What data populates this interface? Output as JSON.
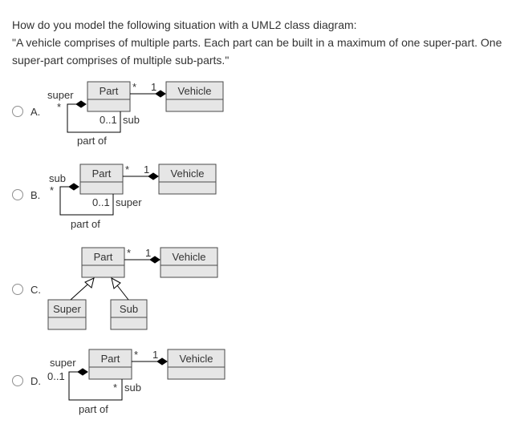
{
  "question": {
    "line1": "How do you model the following situation with a UML2 class diagram:",
    "line2": "\"A vehicle comprises of multiple parts. Each part can be built in a maximum of one super-part. One",
    "line3": "super-part comprises of multiple sub-parts.\""
  },
  "options": [
    {
      "letter": "A.",
      "part": "Part",
      "vehicle": "Vehicle",
      "mult_part_end": "*",
      "mult_vehicle_end": "1",
      "role_left": "super",
      "mult_left": "*",
      "mult_bottom": "0..1",
      "role_bottom": "sub",
      "assoc_name": "part of"
    },
    {
      "letter": "B.",
      "part": "Part",
      "vehicle": "Vehicle",
      "mult_part_end": "*",
      "mult_vehicle_end": "1",
      "role_left": "sub",
      "mult_left": "*",
      "mult_bottom": "0..1",
      "role_bottom": "super",
      "assoc_name": "part of"
    },
    {
      "letter": "C.",
      "part": "Part",
      "vehicle": "Vehicle",
      "mult_part_end": "*",
      "mult_vehicle_end": "1",
      "sub_left": "Super",
      "sub_right": "Sub"
    },
    {
      "letter": "D.",
      "part": "Part",
      "vehicle": "Vehicle",
      "mult_part_end": "*",
      "mult_vehicle_end": "1",
      "role_left": "super",
      "mult_left": "0..1",
      "mult_bottom": "*",
      "role_bottom": "sub",
      "assoc_name": "part of"
    }
  ],
  "colors": {
    "class_fill": "#e6e6e6",
    "class_border": "#4a4a4a",
    "text": "#333333",
    "radio_border": "#8f8f8f"
  }
}
